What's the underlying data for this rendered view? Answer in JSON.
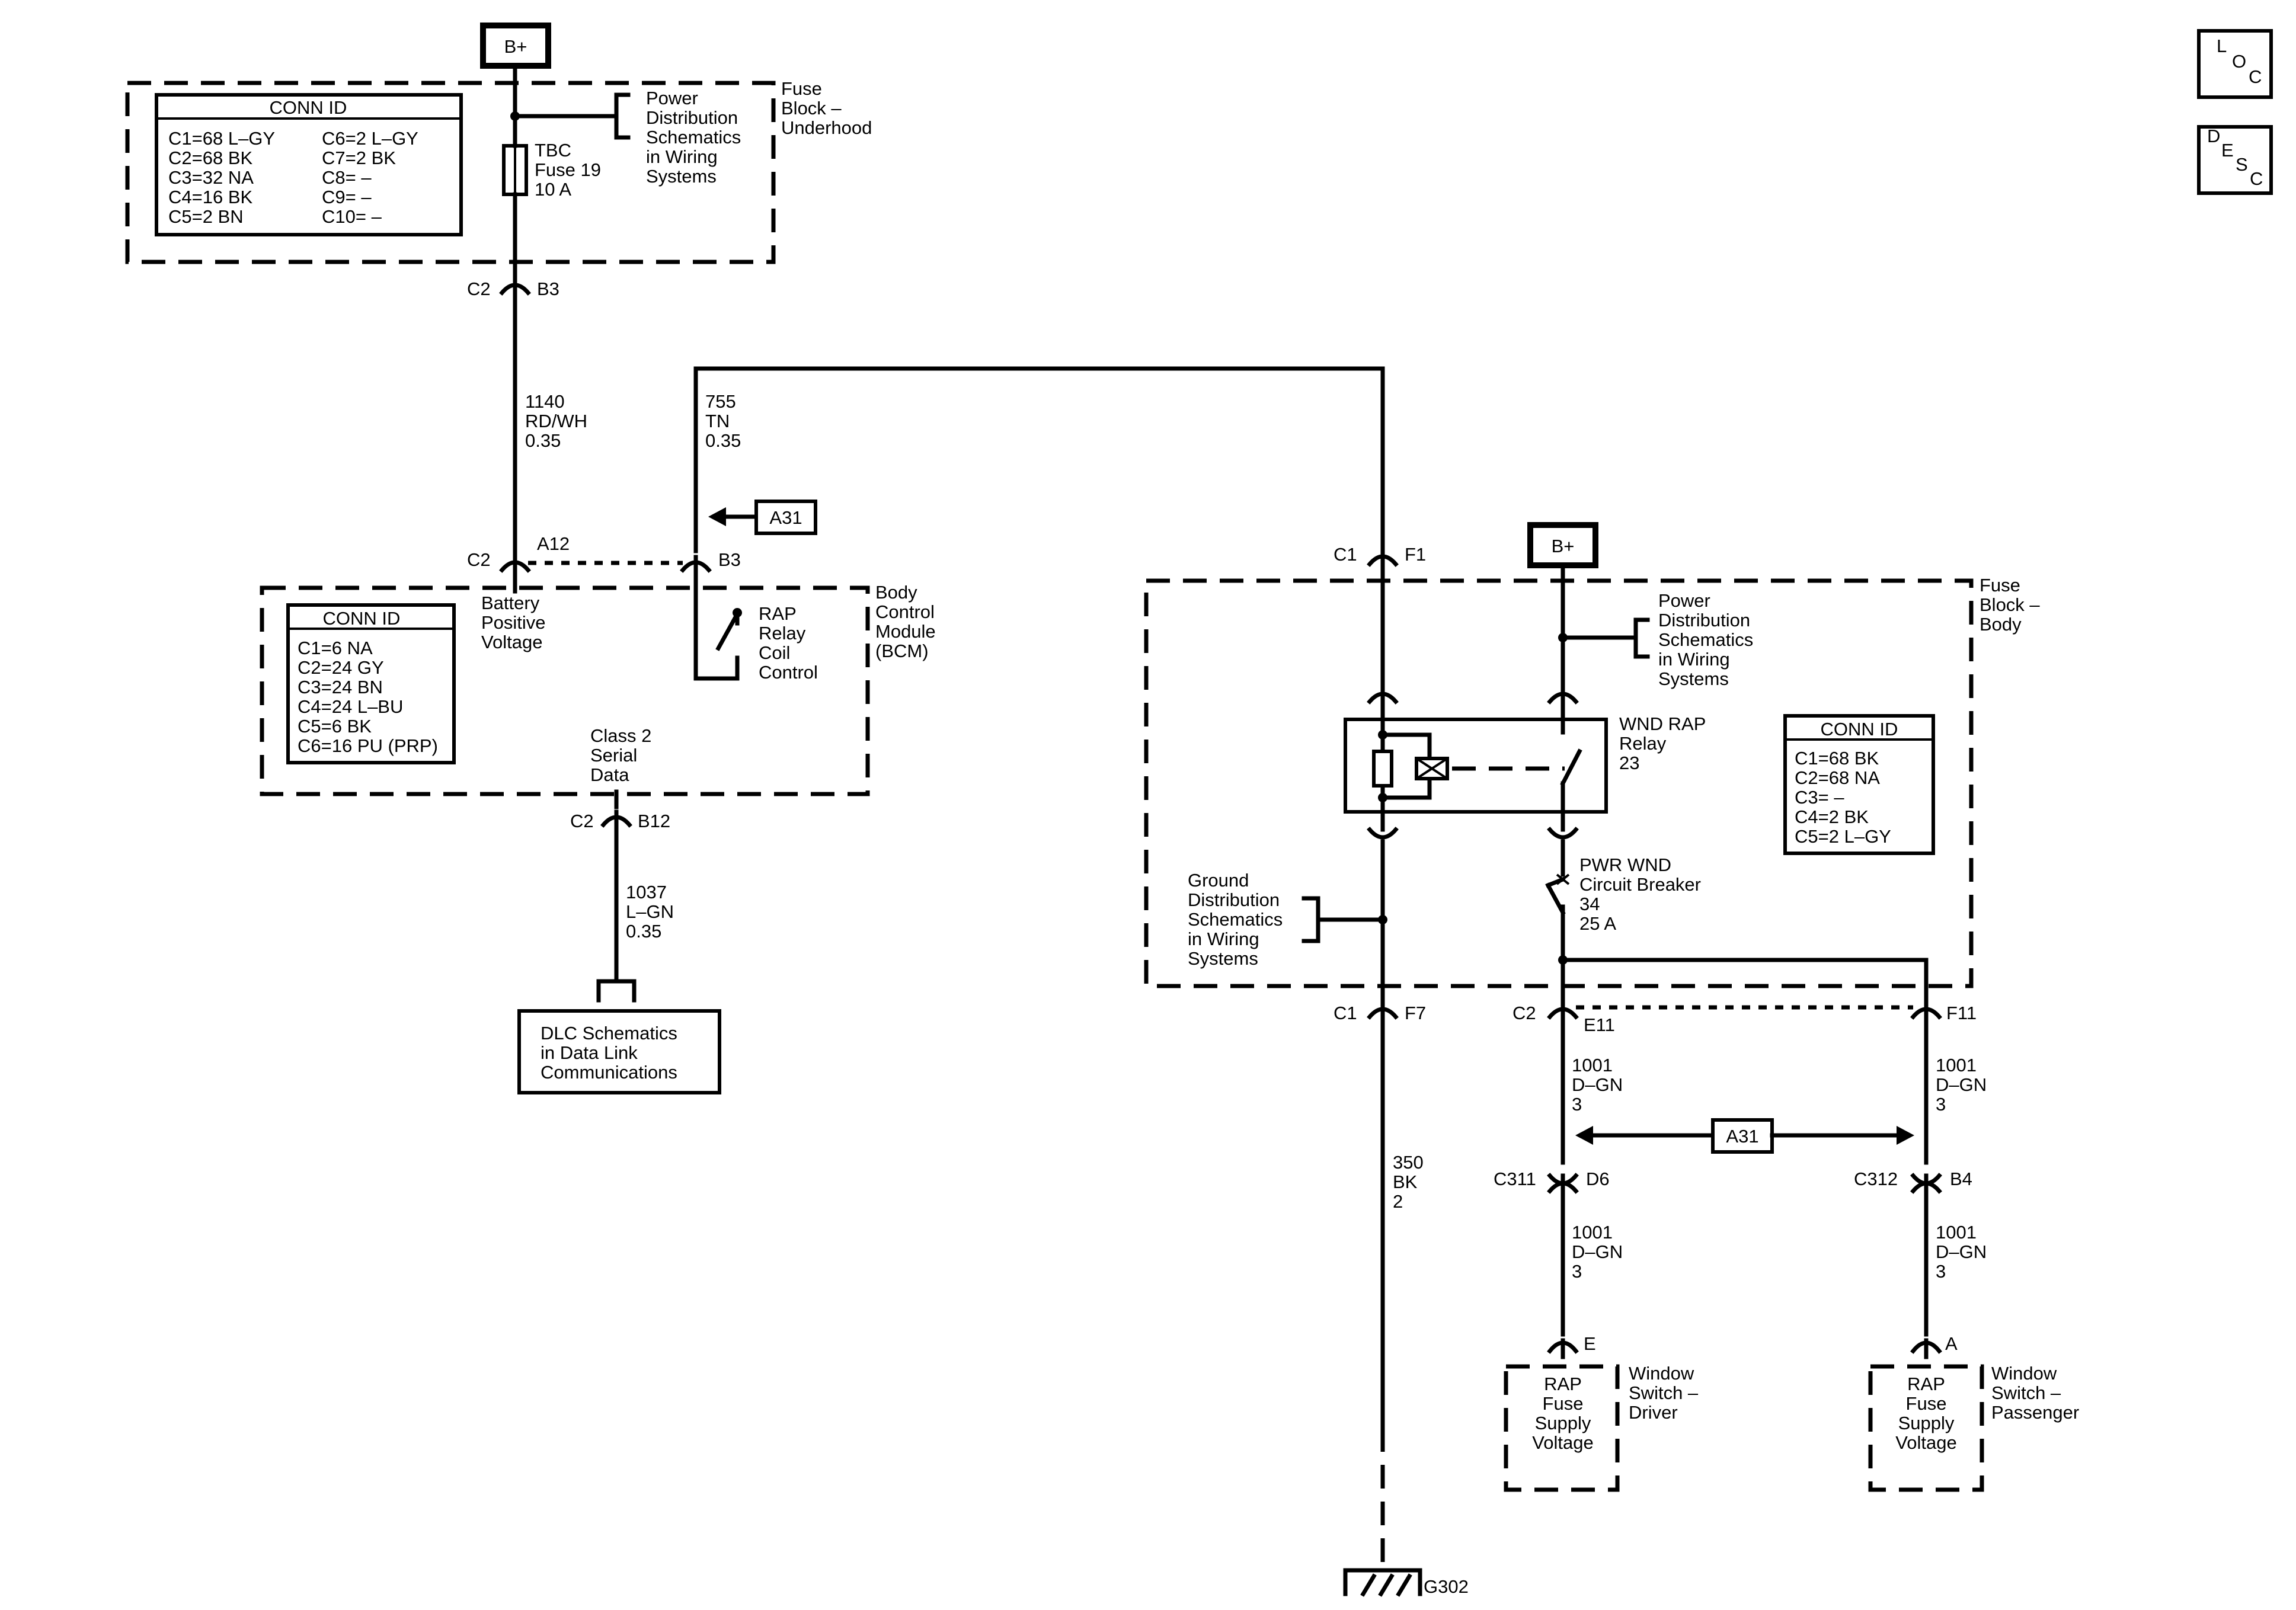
{
  "supply": {
    "bplus_top": "B+",
    "bplus_right": "B+"
  },
  "fuse_block_underhood": {
    "title": [
      "Fuse",
      "Block –",
      "Underhood"
    ],
    "conn_id": {
      "title": "CONN ID",
      "left": [
        "C1=68 L–GY",
        "C2=68 BK",
        "C3=32 NA",
        "C4=16 BK",
        "C5=2 BN"
      ],
      "right": [
        "C6=2 L–GY",
        "C7=2 BK",
        "C8= –",
        "C9= –",
        "C10= –"
      ]
    },
    "fuse": [
      "TBC",
      "Fuse 19",
      "10 A"
    ],
    "power_ref": [
      "Power",
      "Distribution",
      "Schematics",
      "in Wiring",
      "Systems"
    ],
    "conn_c2": "C2",
    "conn_b3": "B3"
  },
  "wire_1140": [
    "1140",
    "RD/WH",
    "0.35"
  ],
  "wire_755": [
    "755",
    "TN",
    "0.35"
  ],
  "bcm": {
    "title": [
      "Body",
      "Control",
      "Module",
      "(BCM)"
    ],
    "conn_id": {
      "title": "CONN ID",
      "items": [
        "C1=6 NA",
        "C2=24 GY",
        "C3=24 BN",
        "C4=24 L–BU",
        "C5=6 BK",
        "C6=16 PU (PRP)"
      ]
    },
    "conn_c2_left": "C2",
    "conn_a12": "A12",
    "conn_b3": "B3",
    "battery_label": [
      "Battery",
      "Positive",
      "Voltage"
    ],
    "relay_label": [
      "RAP",
      "Relay",
      "Coil",
      "Control"
    ],
    "serial_label": [
      "Class 2",
      "Serial",
      "Data"
    ],
    "conn_c2_bottom": "C2",
    "conn_b12": "B12",
    "a31": "A31"
  },
  "wire_1037": [
    "1037",
    "L–GN",
    "0.35"
  ],
  "dlc": [
    "DLC Schematics",
    "in Data Link",
    "Communications"
  ],
  "fuse_block_body": {
    "title": [
      "Fuse",
      "Block –",
      "Body"
    ],
    "conn_c1_top": "C1",
    "conn_f1": "F1",
    "power_ref": [
      "Power",
      "Distribution",
      "Schematics",
      "in Wiring",
      "Systems"
    ],
    "relay": [
      "WND RAP",
      "Relay",
      "23"
    ],
    "breaker": [
      "PWR WND",
      "Circuit Breaker",
      "34",
      "25 A"
    ],
    "ground_ref": [
      "Ground",
      "Distribution",
      "Schematics",
      "in Wiring",
      "Systems"
    ],
    "conn_id": {
      "title": "CONN ID",
      "items": [
        "C1=68 BK",
        "C2=68 NA",
        "C3= –",
        "C4=2 BK",
        "C5=2 L–GY"
      ]
    },
    "conn_c1_bottom": "C1",
    "conn_f7": "F7",
    "conn_c2": "C2",
    "conn_e11": "E11",
    "conn_f11": "F11"
  },
  "wire_350": [
    "350",
    "BK",
    "2"
  ],
  "wire_1001_left_upper": [
    "1001",
    "D–GN",
    "3"
  ],
  "wire_1001_right_upper": [
    "1001",
    "D–GN",
    "3"
  ],
  "wire_1001_left_lower": [
    "1001",
    "D–GN",
    "3"
  ],
  "wire_1001_right_lower": [
    "1001",
    "D–GN",
    "3"
  ],
  "a31_lower": "A31",
  "c311": "C311",
  "d6": "D6",
  "c312": "C312",
  "b4": "B4",
  "switch_driver": {
    "pin": "E",
    "inner": [
      "RAP",
      "Fuse",
      "Supply",
      "Voltage"
    ],
    "title": [
      "Window",
      "Switch –",
      "Driver"
    ]
  },
  "switch_passenger": {
    "pin": "A",
    "inner": [
      "RAP",
      "Fuse",
      "Supply",
      "Voltage"
    ],
    "title": [
      "Window",
      "Switch –",
      "Passenger"
    ]
  },
  "ground": "G302",
  "side_icons": {
    "loc": [
      "L",
      "O",
      "C"
    ],
    "desc": [
      "D",
      "E",
      "S",
      "C"
    ]
  }
}
